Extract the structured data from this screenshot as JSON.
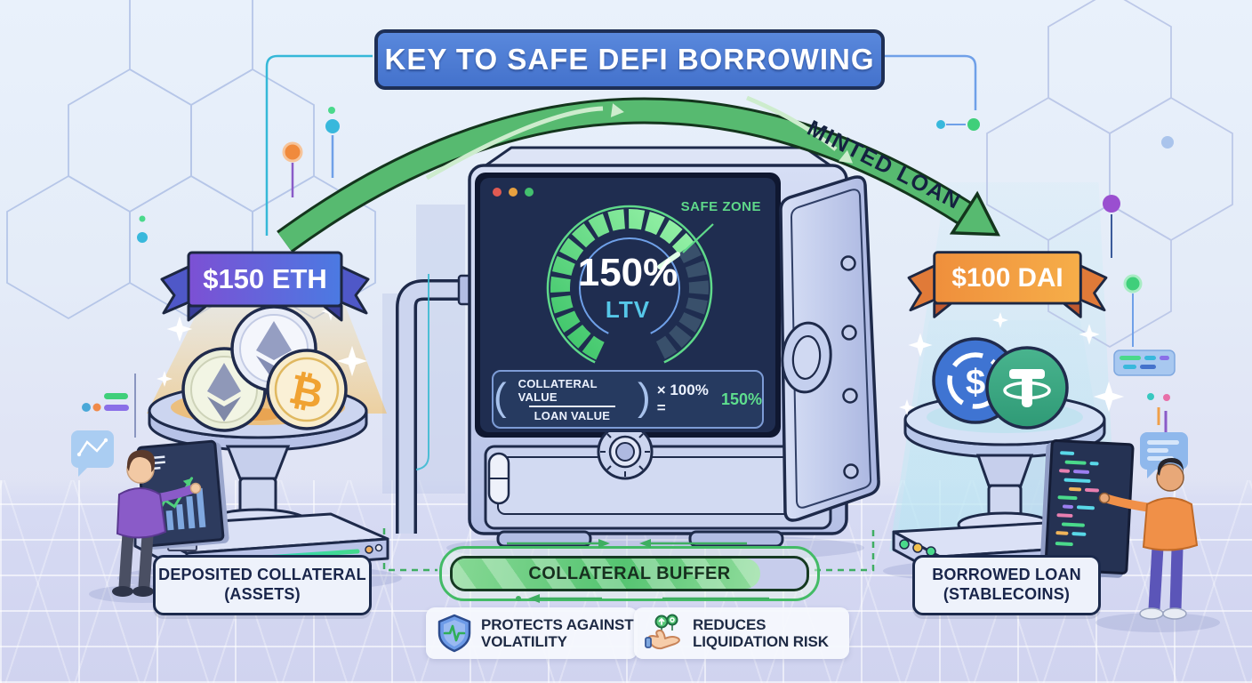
{
  "title": "KEY TO SAFE DEFI BORROWING",
  "flow": {
    "arrow_label": "MINTED LOAN"
  },
  "collateral": {
    "ribbon": "$150 ETH",
    "label_line1": "DEPOSITED COLLATERAL",
    "label_line2": "(ASSETS)",
    "coins": [
      "ETH",
      "ETH",
      "BTC"
    ],
    "btc_symbol": "₿"
  },
  "loan": {
    "ribbon": "$100 DAI",
    "label_line1": "BORROWED LOAN",
    "label_line2": "(STABLECOINS)",
    "coins": [
      "USDC",
      "USDT"
    ],
    "usdc_symbol": "$",
    "usdt_symbol": "T"
  },
  "vault_screen": {
    "safe_zone": "SAFE ZONE",
    "ltv_value": "150%",
    "ltv_label": "LTV",
    "formula": {
      "open_paren": "(",
      "numerator": "COLLATERAL VALUE",
      "denominator": "LOAN VALUE",
      "close_paren": ")",
      "operation": "× 100% =",
      "result": "150%"
    }
  },
  "buffer": {
    "label": "COLLATERAL BUFFER",
    "fill_percent": 87
  },
  "benefits": [
    {
      "icon": "shield-pulse",
      "line1": "PROTECTS AGAINST",
      "line2": "VOLATILITY"
    },
    {
      "icon": "hand-coins",
      "line1": "REDUCES",
      "line2": "LIQUIDATION RISK"
    }
  ],
  "colors": {
    "title_bg": "#4d80d6",
    "arrow_green": "#57ba70",
    "safe_zone_green": "#5fd98a",
    "ltv_cyan": "#56c7e8",
    "ribbon_eth_start": "#7c50d4",
    "ribbon_eth_end": "#4b7ae2",
    "ribbon_dai_start": "#ef8f3c",
    "ribbon_dai_end": "#f6ae49",
    "buffer_green": "#55c471",
    "screen_navy": "#1f2d50"
  }
}
